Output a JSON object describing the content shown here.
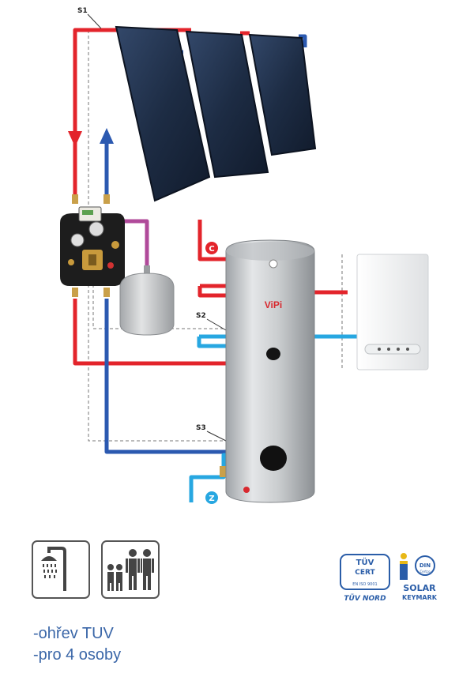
{
  "sensors": {
    "s1": "S1",
    "s2": "S2",
    "s3": "S3"
  },
  "tank": {
    "brand": "ViPi"
  },
  "ports": {
    "circulation": "C",
    "cold_water": "Z"
  },
  "features": [
    {
      "icon": "shower-icon",
      "text": "-ohřev TUV"
    },
    {
      "icon": "family-icon",
      "text": "-pro 4 osoby"
    }
  ],
  "certifications": {
    "tuv": {
      "top": "TÜV",
      "mid": "CERT",
      "iso": "EN ISO 9001",
      "bottom": "TÜV NORD"
    },
    "keymark": {
      "din": "DIN",
      "certco": "Certco",
      "solar": "SOLAR",
      "keymark": "KEYMARK"
    }
  },
  "colors": {
    "hot_pipe": "#e3242b",
    "cold_pipe": "#2b59b0",
    "light_blue_pipe": "#27a7e1",
    "panel": "#1e2f48",
    "tank": "#c9cccf",
    "caption": "#3b67a8"
  }
}
